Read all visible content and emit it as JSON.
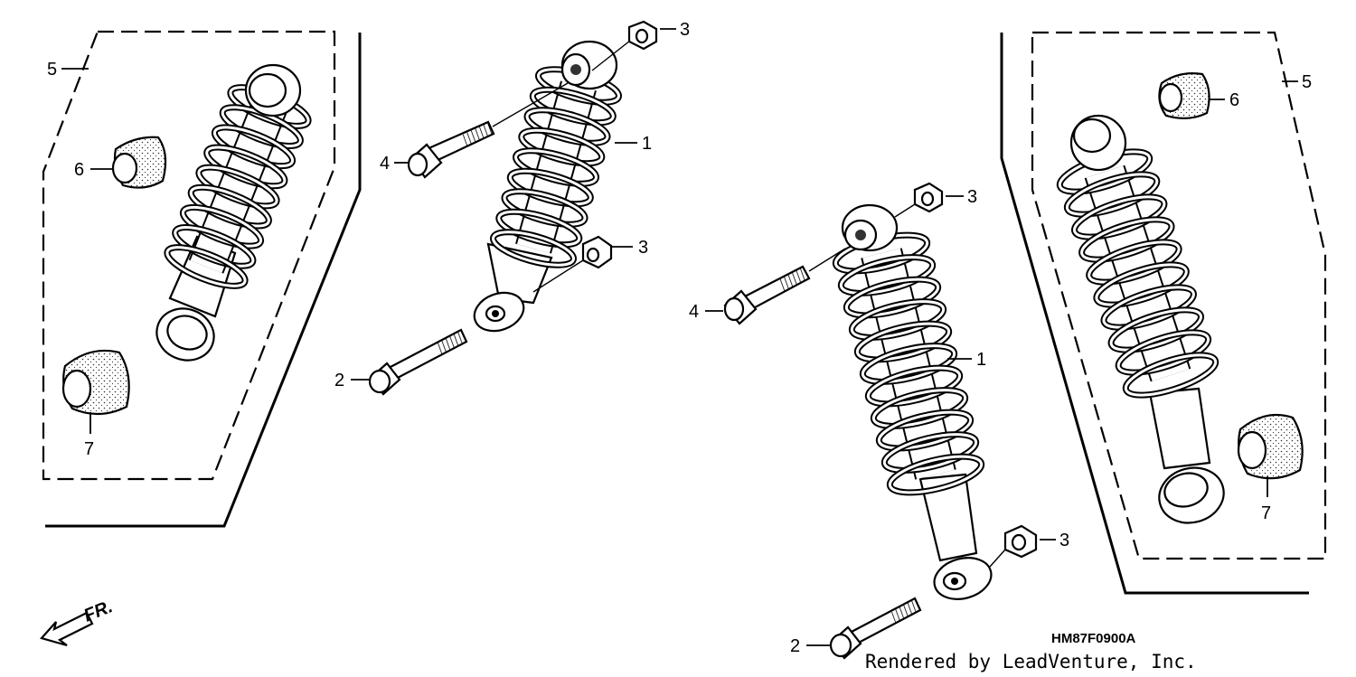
{
  "diagram_code": "HM87F0900A",
  "credit": "Rendered by LeadVenture, Inc.",
  "direction_label": "FR.",
  "callouts": {
    "shock_absorber": "1",
    "bolt_lower": "2",
    "nut": "3",
    "bolt_upper": "4",
    "kit": "5",
    "bushing_upper": "6",
    "bushing_lower": "7"
  }
}
